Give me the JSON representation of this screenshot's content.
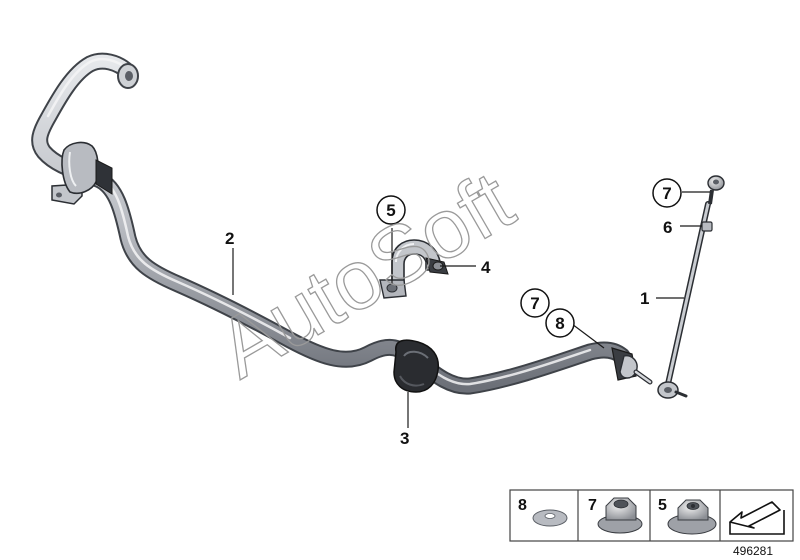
{
  "callouts": {
    "one": "1",
    "two": "2",
    "three": "3",
    "four": "4",
    "five_circled": "5",
    "six": "6",
    "seven_top": "7",
    "seven_mid": "7",
    "eight_mid": "8"
  },
  "legend": {
    "item_washer": "8",
    "item_collar_nut": "7",
    "item_flange_nut": "5"
  },
  "diagram_id": "496281",
  "watermark": "AutoSoft",
  "colors": {
    "part_fill": "#c9ccd1",
    "part_shadow": "#5b5f66",
    "line": "#1a1a1a",
    "legend_border": "#444444"
  }
}
